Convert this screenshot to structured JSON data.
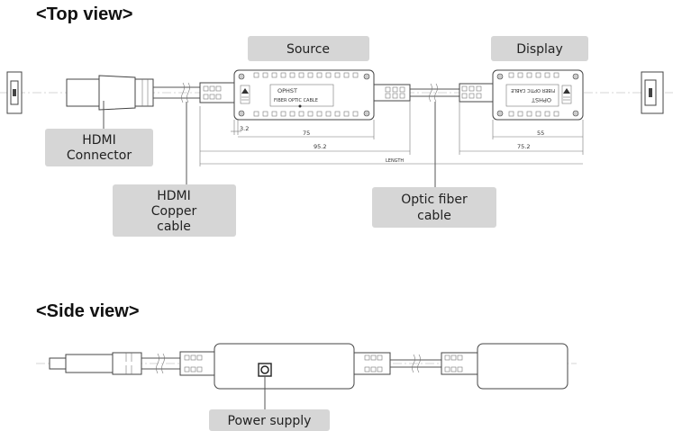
{
  "top_view": {
    "heading": "<Top view>",
    "labels": {
      "source": "Source",
      "display": "Display",
      "hdmi_connector": [
        "HDMI",
        "Connector"
      ],
      "hdmi_copper_cable": [
        "HDMI",
        "Copper",
        "cable"
      ],
      "optic_fiber_cable": [
        "Optic fiber",
        "cable"
      ]
    },
    "module_text": {
      "source_model": "OPHST",
      "source_caption": "FIBER OPTIC CABLE",
      "display_model": "OPHST",
      "display_caption": "FIBER OPTIC CABLE"
    },
    "dimensions": {
      "d_3_2": "3.2",
      "d_75": "75",
      "d_95_2": "95.2",
      "d_55": "55",
      "d_75_2": "75.2",
      "length": "LENGTH"
    }
  },
  "side_view": {
    "heading": "<Side view>",
    "labels": {
      "power_supply": "Power supply"
    }
  }
}
